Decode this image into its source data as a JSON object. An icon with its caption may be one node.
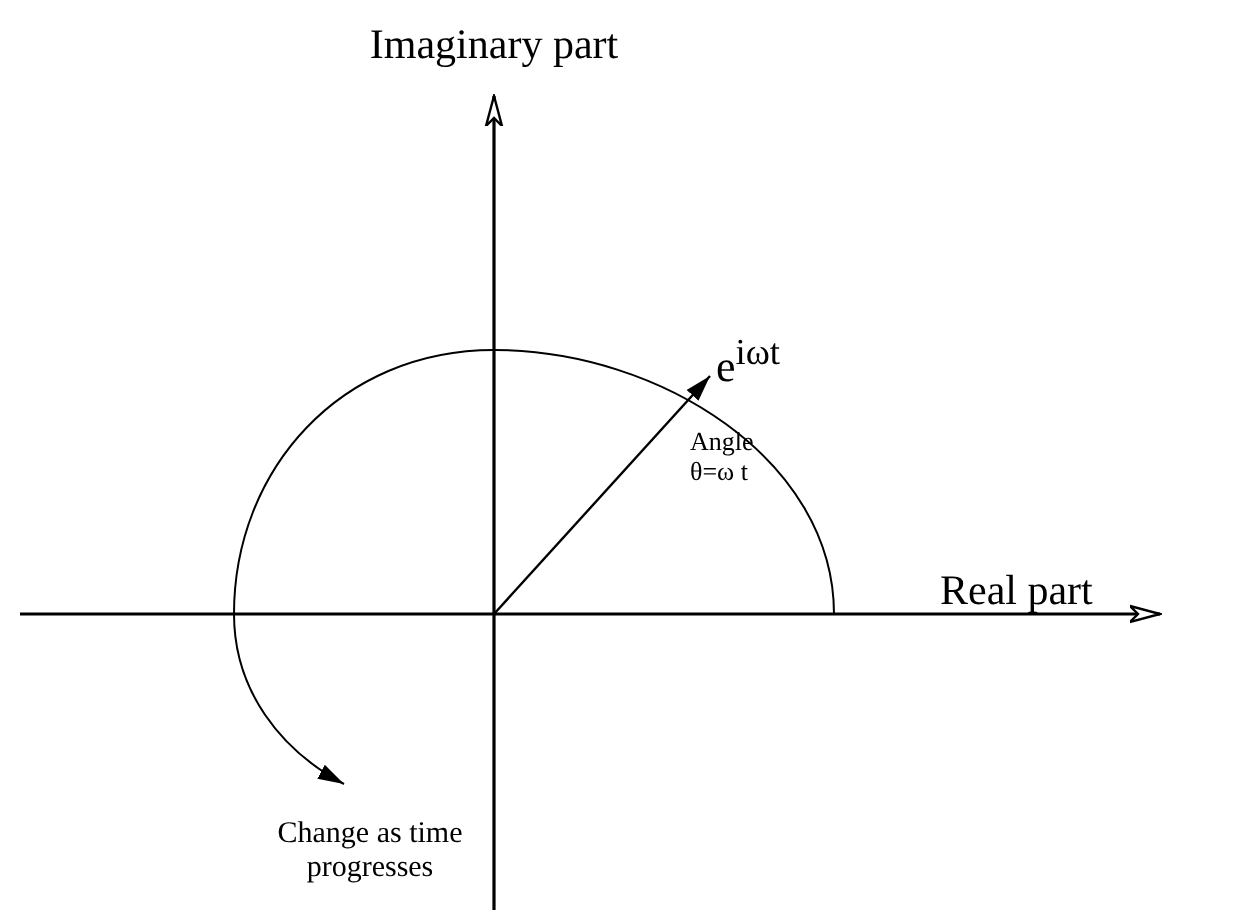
{
  "diagram": {
    "labels": [
      "Imaginary part",
      "e$^{iωt}$",
      "Angle θ=ω t",
      "Real part",
      "Change as time progresses"
    ]
  }
}
